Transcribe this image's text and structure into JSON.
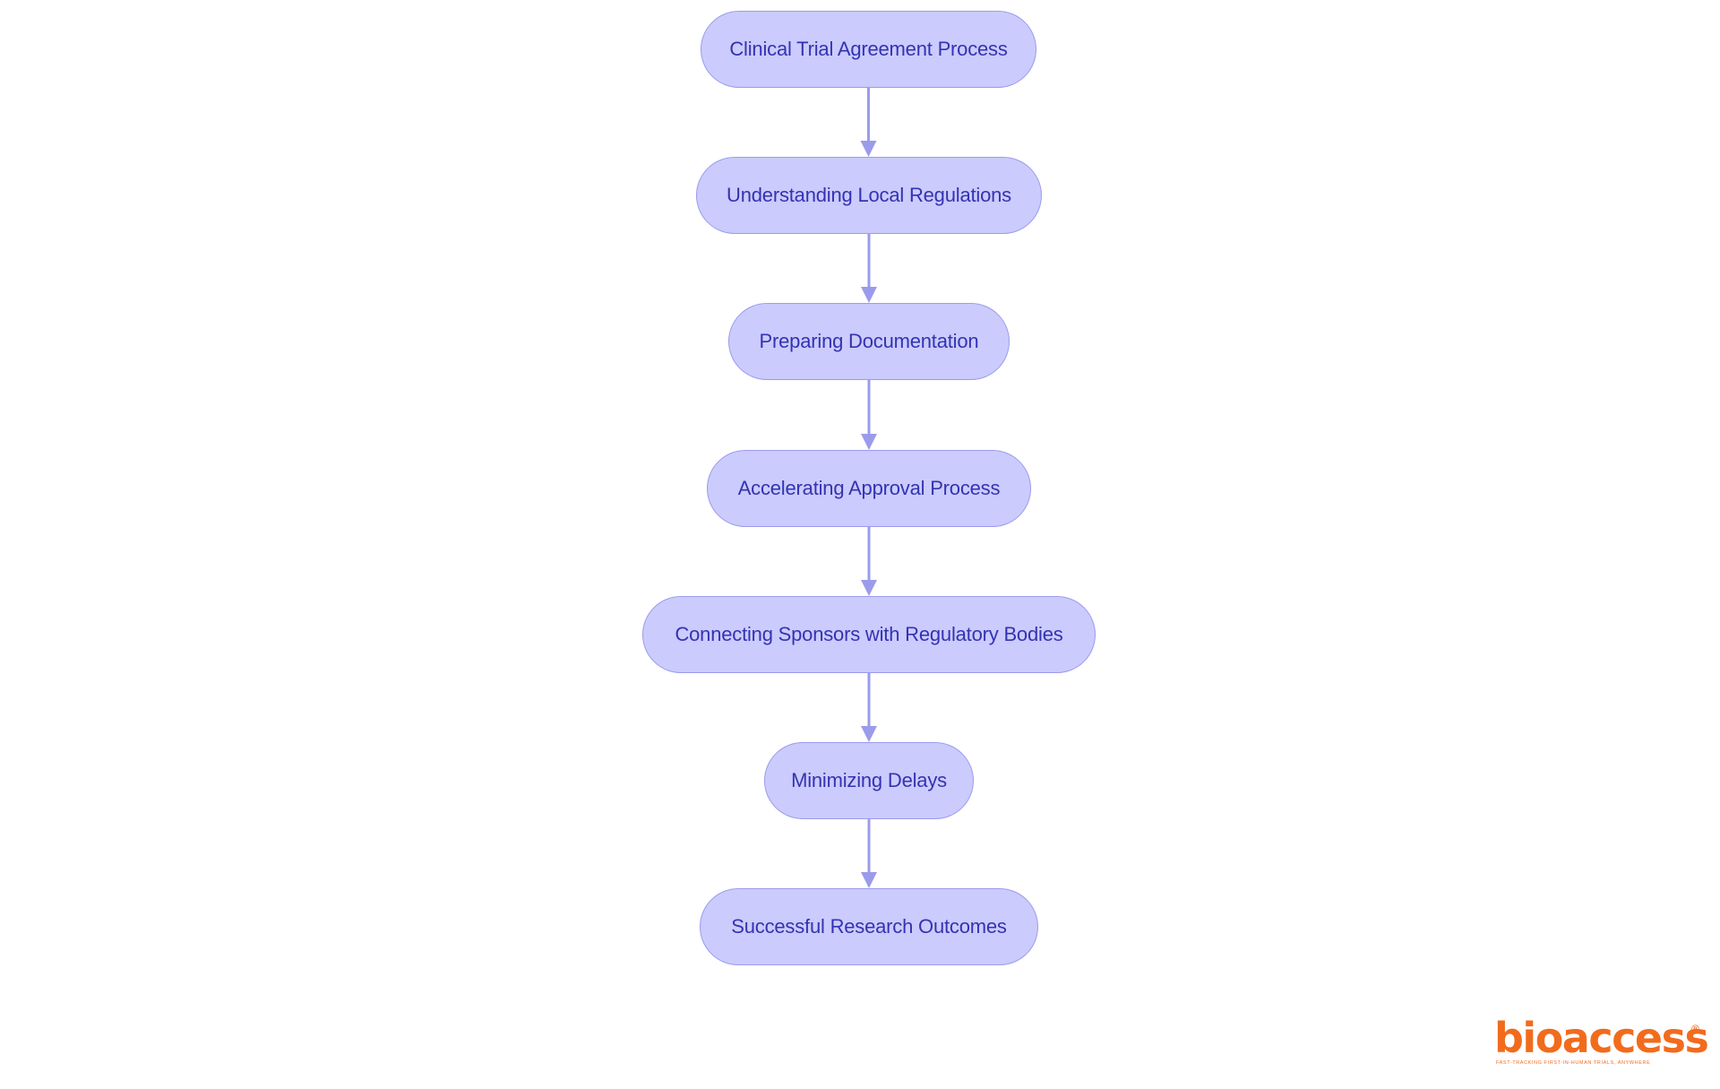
{
  "diagram": {
    "steps": [
      {
        "label": "Clinical Trial Agreement Process"
      },
      {
        "label": "Understanding Local Regulations"
      },
      {
        "label": "Preparing Documentation"
      },
      {
        "label": "Accelerating Approval Process"
      },
      {
        "label": "Connecting Sponsors with Regulatory Bodies"
      },
      {
        "label": "Minimizing Delays"
      },
      {
        "label": "Successful Research Outcomes"
      }
    ],
    "edges": [
      {
        "from": 0,
        "to": 1
      },
      {
        "from": 1,
        "to": 2
      },
      {
        "from": 2,
        "to": 3
      },
      {
        "from": 3,
        "to": 4
      },
      {
        "from": 4,
        "to": 5
      },
      {
        "from": 5,
        "to": 6
      }
    ]
  },
  "logo": {
    "text": "bioaccess",
    "registered_mark": "®",
    "tagline": "FAST-TRACKING FIRST-IN-HUMAN TRIALS, ANYWHERE"
  },
  "colors": {
    "node_fill": "#cbcbfd",
    "node_border": "#9b9bec",
    "node_text": "#3333b3",
    "arrow": "#9b9bec",
    "logo": "#f26b1d",
    "background": "#ffffff"
  }
}
